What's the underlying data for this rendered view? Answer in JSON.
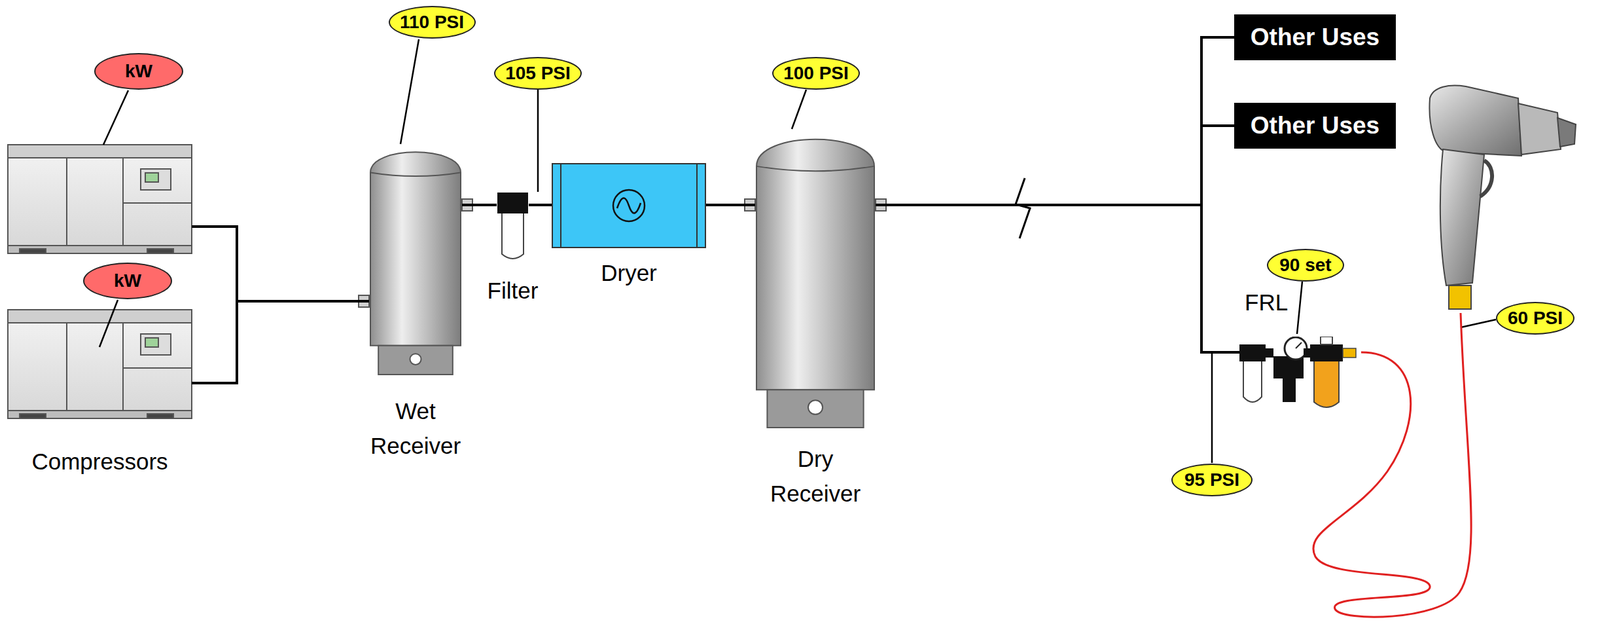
{
  "diagram": {
    "nodes": [
      {
        "text": [
          "Compressors"
        ]
      },
      {
        "text": [
          "Wet Receiver"
        ]
      },
      {
        "text": [
          "Filter"
        ]
      },
      {
        "text": [
          "Dryer"
        ]
      },
      {
        "text": [
          "Dry Receiver"
        ]
      },
      {
        "text": [
          "Other Uses"
        ]
      },
      {
        "text": [
          "Other Uses"
        ]
      },
      {
        "text": [
          "FRL"
        ]
      }
    ],
    "edges": [
      {
        "from": 0,
        "to": 1,
        "arrow": "none"
      },
      {
        "from": 1,
        "to": 2,
        "arrow": "none"
      },
      {
        "from": 2,
        "to": 3,
        "arrow": "none"
      },
      {
        "from": 3,
        "to": 4,
        "arrow": "none"
      },
      {
        "from": 4,
        "to": 5,
        "arrow": "none"
      },
      {
        "from": 4,
        "to": 6,
        "arrow": "none"
      },
      {
        "from": 4,
        "to": 7,
        "arrow": "none"
      }
    ],
    "labels": [
      "kW",
      "kW",
      "110 PSI",
      "105 PSI",
      "100 PSI",
      "90 set",
      "95 PSI",
      "60 PSI"
    ]
  }
}
